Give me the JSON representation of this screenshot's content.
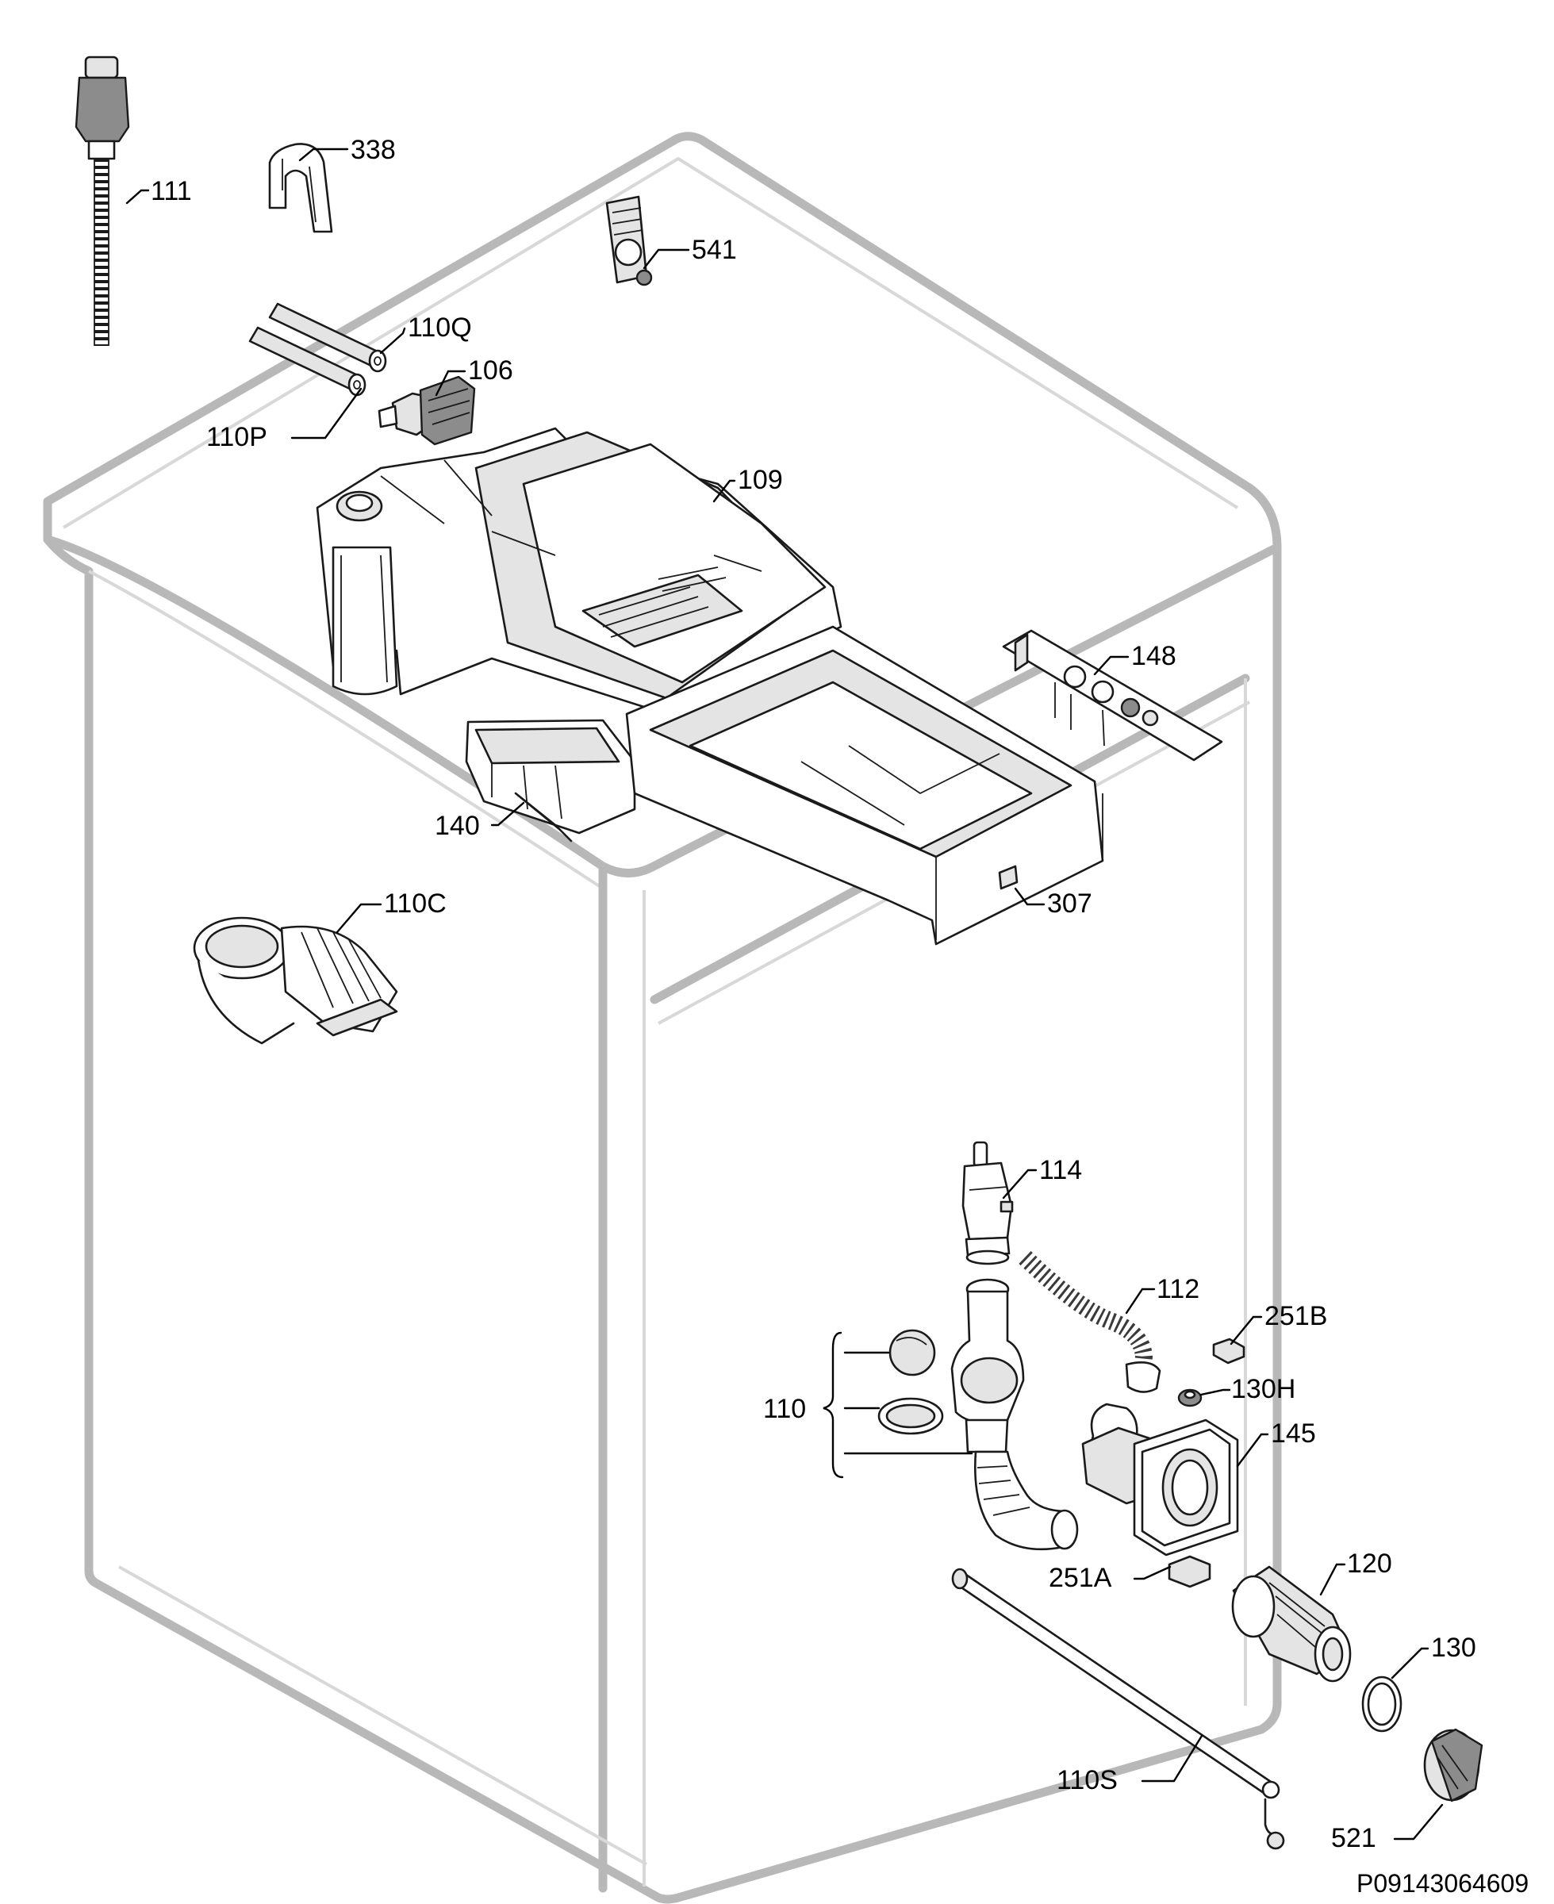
{
  "callouts": [
    {
      "id": "111",
      "label": "111"
    },
    {
      "id": "338",
      "label": "338"
    },
    {
      "id": "541",
      "label": "541"
    },
    {
      "id": "110Q",
      "label": "110Q"
    },
    {
      "id": "106",
      "label": "106"
    },
    {
      "id": "110P",
      "label": "110P"
    },
    {
      "id": "109",
      "label": "109"
    },
    {
      "id": "148",
      "label": "148"
    },
    {
      "id": "140",
      "label": "140"
    },
    {
      "id": "110C",
      "label": "110C"
    },
    {
      "id": "307",
      "label": "307"
    },
    {
      "id": "114",
      "label": "114"
    },
    {
      "id": "112",
      "label": "112"
    },
    {
      "id": "251B",
      "label": "251B"
    },
    {
      "id": "110",
      "label": "110"
    },
    {
      "id": "130H",
      "label": "130H"
    },
    {
      "id": "145",
      "label": "145"
    },
    {
      "id": "120",
      "label": "120"
    },
    {
      "id": "251A",
      "label": "251A"
    },
    {
      "id": "130",
      "label": "130"
    },
    {
      "id": "110S",
      "label": "110S"
    },
    {
      "id": "521",
      "label": "521"
    }
  ],
  "document_id": "P09143064609"
}
